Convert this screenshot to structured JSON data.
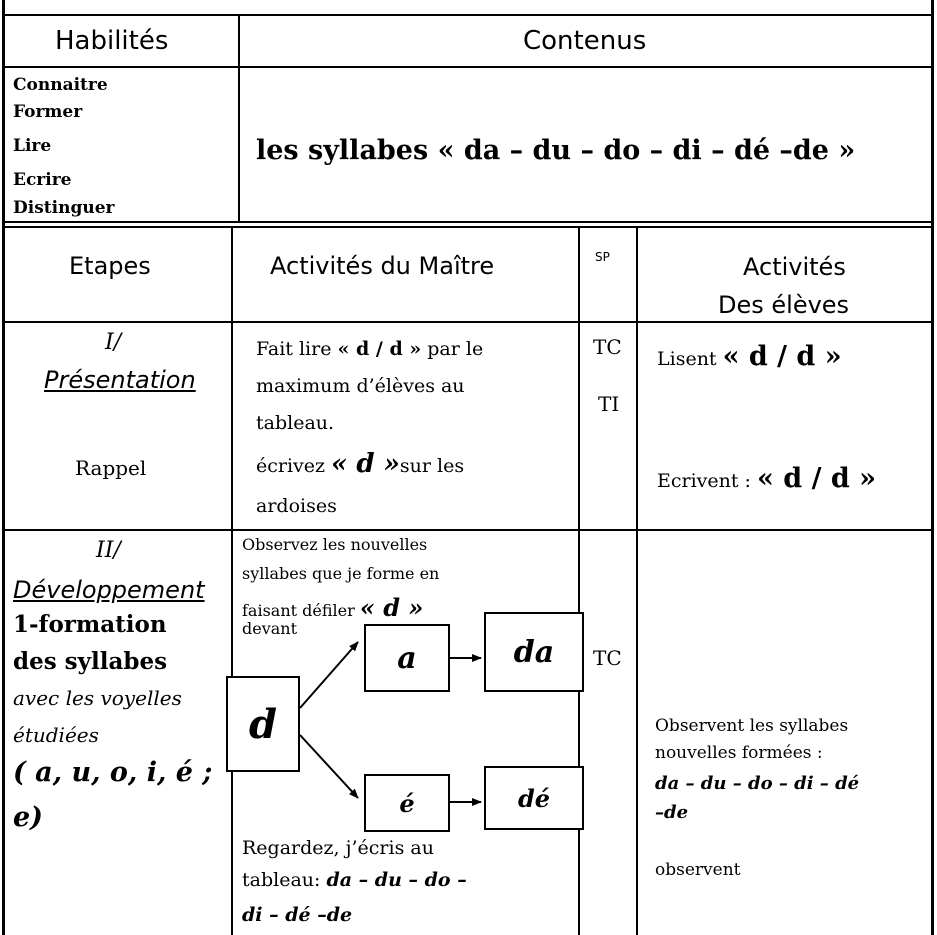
{
  "header": {
    "col1": "Habilités",
    "col2": "Contenus"
  },
  "skills": [
    "Connaitre",
    "Former",
    "Lire",
    "Ecrire",
    "Distinguer"
  ],
  "content_text": "les syllabes « da – du – do – di – dé –de »",
  "columns": {
    "etapes": "Etapes",
    "activites_maitre": "Activités du Maître",
    "sp": "SP",
    "activites_eleves_1": "Activités",
    "activites_eleves_2": "Des élèves"
  },
  "row1": {
    "stage": "I/",
    "stage_name": "Présentation",
    "sub": "Rappel",
    "teacher_1a": "Fait lire",
    "teacher_1b": "« d / d »",
    "teacher_1c": "par le",
    "teacher_2": "maximum d’élèves au",
    "teacher_3": "tableau.",
    "teacher_4a": "écrivez",
    "teacher_4b": "« d »",
    "teacher_4c": "sur les",
    "teacher_5": "ardoises",
    "sp_1": "TC",
    "sp_2": "TI",
    "students_1a": "Lisent",
    "students_1b": "« d / d »",
    "students_2a": "Ecrivent :",
    "students_2b": "« d / d »"
  },
  "row2": {
    "stage": "II/",
    "stage_name": "Développement",
    "sub_1": "1-formation",
    "sub_2": "des syllabes",
    "sub_3": "avec les voyelles",
    "sub_4": "étudiées",
    "vowels_1": "( a, u, o, i, é ;",
    "vowels_2": "e)",
    "teacher_1": "Observez les nouvelles",
    "teacher_2": "syllabes que je forme en",
    "teacher_3a": "faisant défiler",
    "teacher_3b": "« d »",
    "teacher_4": "devant",
    "box_d": "d",
    "box_a": "a",
    "box_da": "da",
    "box_e": "é",
    "box_de": "dé",
    "teacher_5": "Regardez, j’écris au",
    "teacher_6a": "tableau:",
    "teacher_6b": "da – du – do –",
    "teacher_7": "di – dé –de",
    "sp": "TC",
    "students_1": "Observent les syllabes",
    "students_2": "nouvelles formées :",
    "students_3": "da – du – do – di – dé",
    "students_4": "–de",
    "students_5": "observent"
  }
}
